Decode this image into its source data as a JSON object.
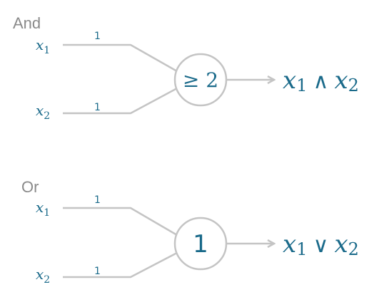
{
  "colors": {
    "wire": "#c4c4c4",
    "text": "#1a6a8a",
    "title": "#8a8a8a"
  },
  "gates": [
    {
      "title": "And",
      "inputs": [
        {
          "var": "x",
          "sub": "1",
          "weight": "1"
        },
        {
          "var": "x",
          "sub": "2",
          "weight": "1"
        }
      ],
      "threshold": "≥ 2",
      "output": {
        "a": "x",
        "a_sub": "1",
        "op": "∧",
        "b": "x",
        "b_sub": "2"
      }
    },
    {
      "title": "Or",
      "inputs": [
        {
          "var": "x",
          "sub": "1",
          "weight": "1"
        },
        {
          "var": "x",
          "sub": "2",
          "weight": "1"
        }
      ],
      "threshold": "1",
      "output": {
        "a": "x",
        "a_sub": "1",
        "op": "∨",
        "b": "x",
        "b_sub": "2"
      }
    }
  ]
}
